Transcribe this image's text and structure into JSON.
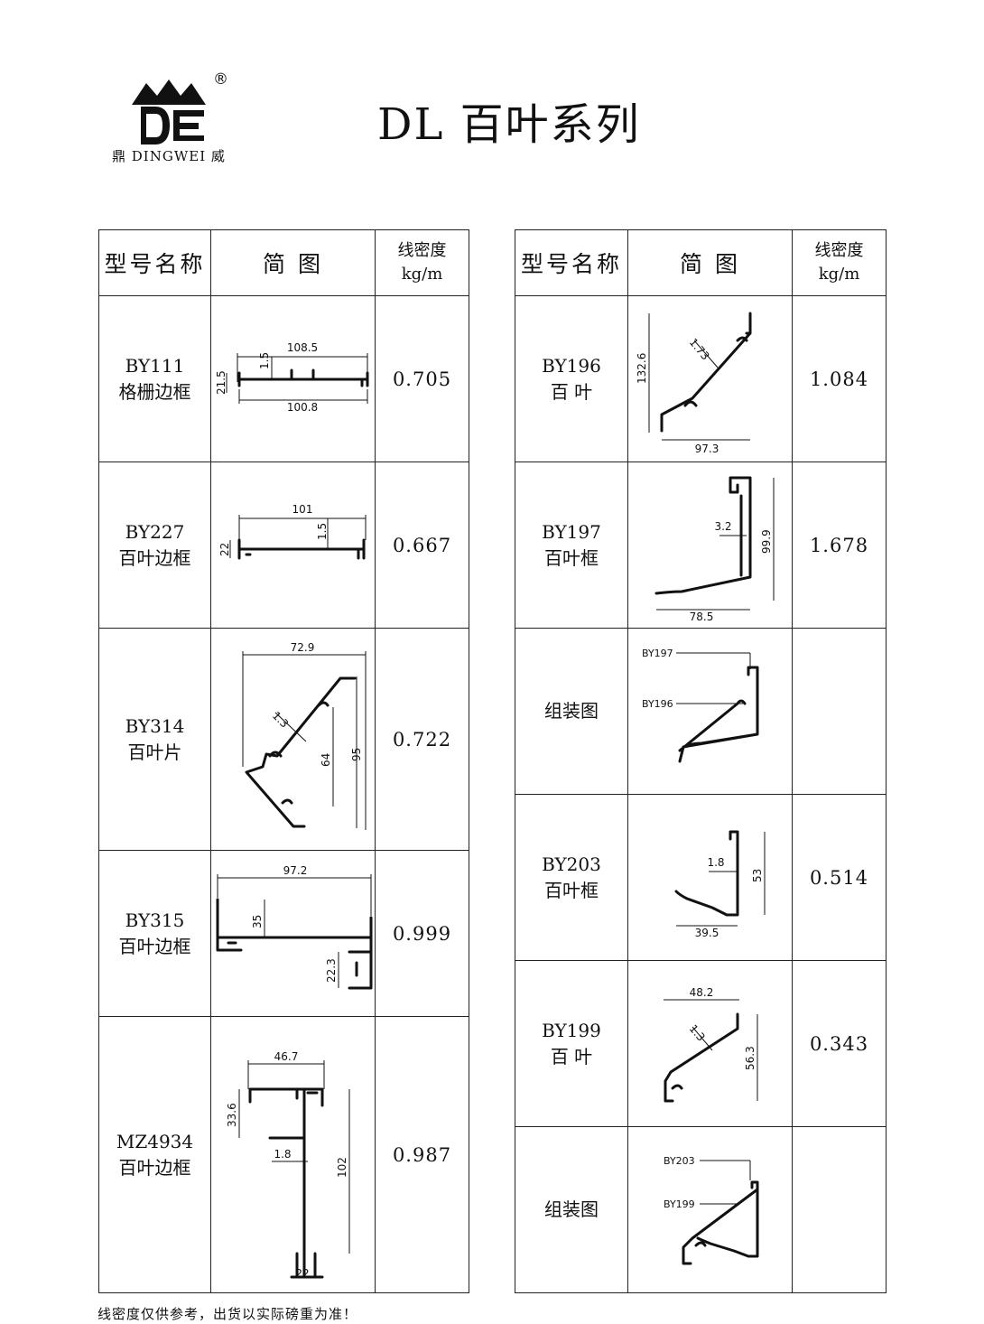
{
  "header": {
    "title": "DL 百叶系列",
    "logo": {
      "registered": "®",
      "brand_line": "鼎 DINGWEI 威"
    }
  },
  "columns": {
    "model": "型号名称",
    "diagram": "简 图",
    "density_line1": "线密度",
    "density_line2": "kg/m"
  },
  "left_rows": [
    {
      "code": "BY111",
      "name": "格栅边框",
      "density": "0.705",
      "dims": [
        "108.5",
        "1.5",
        "21.5",
        "100.8"
      ]
    },
    {
      "code": "BY227",
      "name": "百叶边框",
      "density": "0.667",
      "dims": [
        "101",
        "1.5",
        "22"
      ]
    },
    {
      "code": "BY314",
      "name": "百叶片",
      "density": "0.722",
      "dims": [
        "72.9",
        "1.3",
        "64",
        "95"
      ]
    },
    {
      "code": "BY315",
      "name": "百叶边框",
      "density": "0.999",
      "dims": [
        "97.2",
        "35",
        "22.3"
      ]
    },
    {
      "code": "MZ4934",
      "name": "百叶边框",
      "density": "0.987",
      "dims": [
        "46.7",
        "33.6",
        "1.8",
        "102",
        "22"
      ]
    }
  ],
  "right_rows": [
    {
      "code": "BY196",
      "name": "百 叶",
      "density": "1.084",
      "dims": [
        "1.73",
        "132.6",
        "97.3"
      ]
    },
    {
      "code": "BY197",
      "name": "百叶框",
      "density": "1.678",
      "dims": [
        "3.2",
        "99.9",
        "78.5"
      ]
    },
    {
      "code": "",
      "name": "组装图",
      "density": "",
      "labels": [
        "BY197",
        "BY196"
      ]
    },
    {
      "code": "BY203",
      "name": "百叶框",
      "density": "0.514",
      "dims": [
        "1.8",
        "53",
        "39.5"
      ]
    },
    {
      "code": "BY199",
      "name": "百 叶",
      "density": "0.343",
      "dims": [
        "48.2",
        "1.3",
        "56.3"
      ]
    },
    {
      "code": "",
      "name": "组装图",
      "density": "",
      "labels": [
        "BY203",
        "BY199"
      ]
    }
  ],
  "footnote": "线密度仅供参考，出货以实际磅重为准！"
}
